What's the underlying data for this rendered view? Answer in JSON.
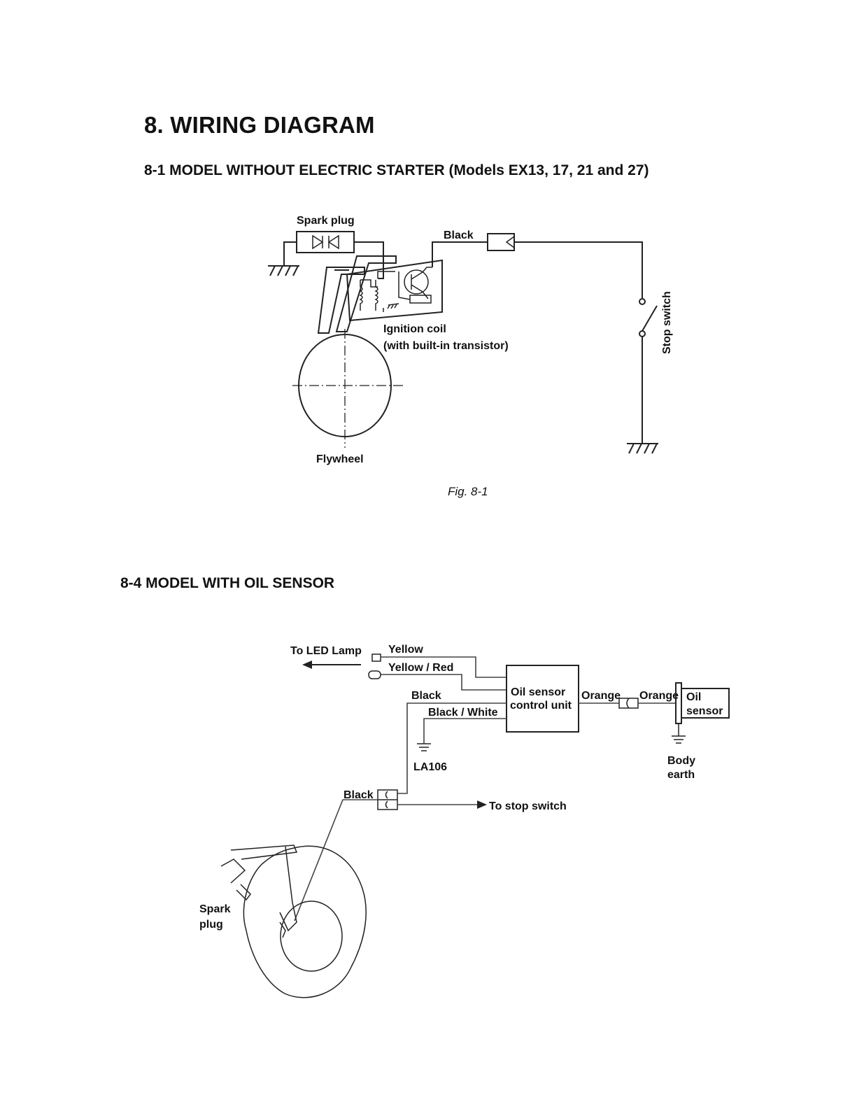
{
  "heading": {
    "title": "8. WIRING DIAGRAM",
    "section_1": "8-1  MODEL WITHOUT ELECTRIC STARTER (Models EX13, 17, 21 and 27)",
    "section_4": "8-4  MODEL WITH OIL SENSOR"
  },
  "fig1": {
    "spark_plug": "Spark plug",
    "black": "Black",
    "stop_switch": "Stop switch",
    "ignition_coil_1": "Ignition coil",
    "ignition_coil_2": "(with built-in transistor)",
    "flywheel": "Flywheel",
    "caption": "Fig. 8-1"
  },
  "fig4": {
    "to_led_lamp": "To LED Lamp",
    "yellow": "Yellow",
    "yellow_red": "Yellow / Red",
    "black_top": "Black",
    "black_white": "Black / White",
    "control_unit_1": "Oil sensor",
    "control_unit_2": "control unit",
    "orange_left": "Orange",
    "orange_right": "Orange",
    "oil_sensor_1": "Oil",
    "oil_sensor_2": "sensor",
    "body_earth_1": "Body",
    "body_earth_2": "earth",
    "la106": "LA106",
    "black_connector": "Black",
    "to_stop_switch": "To stop switch",
    "spark_plug_1": "Spark",
    "spark_plug_2": "plug"
  }
}
